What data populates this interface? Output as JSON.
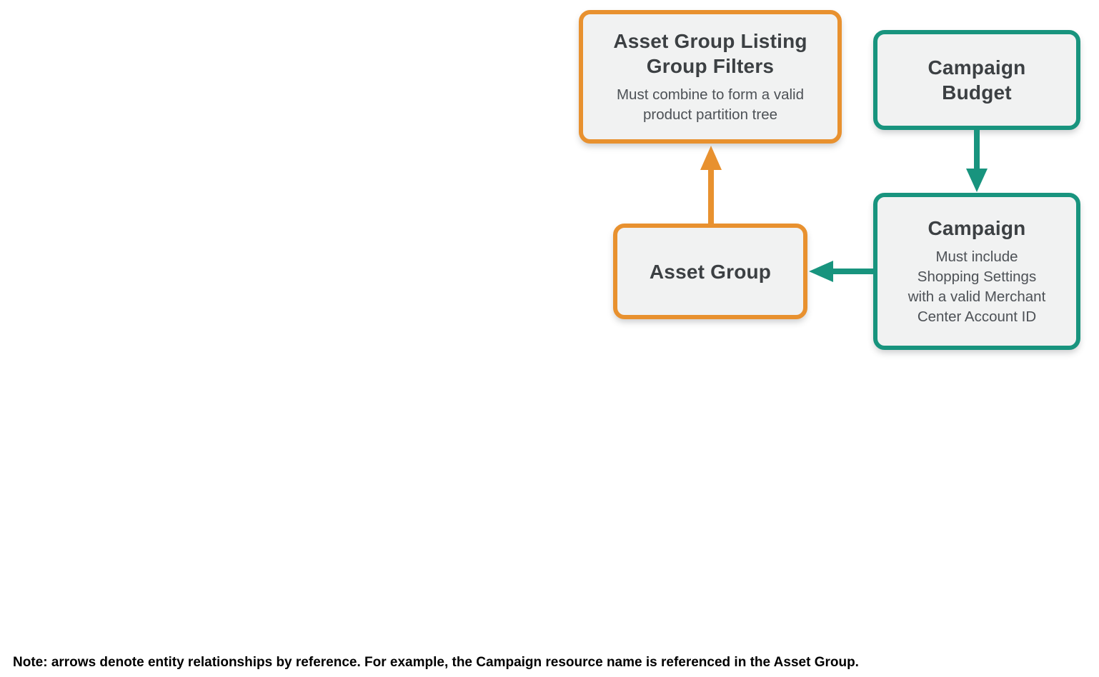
{
  "diagram": {
    "nodes": [
      {
        "id": "asset-group-listing-group-filters",
        "title": "Asset Group Listing\nGroup Filters",
        "subtitle": "Must combine to form a valid\nproduct partition tree",
        "accent": "orange"
      },
      {
        "id": "campaign-budget",
        "title": "Campaign\nBudget",
        "subtitle": "",
        "accent": "teal"
      },
      {
        "id": "asset-group",
        "title": "Asset Group",
        "subtitle": "",
        "accent": "orange"
      },
      {
        "id": "campaign",
        "title": "Campaign",
        "subtitle": "Must include\nShopping Settings\nwith a valid Merchant\nCenter Account ID",
        "accent": "teal"
      }
    ],
    "edges": [
      {
        "from": "asset-group",
        "to": "asset-group-listing-group-filters",
        "direction": "up",
        "color": "#E8912F"
      },
      {
        "from": "campaign-budget",
        "to": "campaign",
        "direction": "down",
        "color": "#18947E"
      },
      {
        "from": "campaign",
        "to": "asset-group",
        "direction": "left",
        "color": "#18947E"
      }
    ]
  },
  "note": {
    "text": "Note: arrows denote entity relationships by reference. For example, the Campaign resource name is referenced in the Asset Group."
  },
  "colors": {
    "orange": "#E8912F",
    "teal": "#18947E",
    "box_fill": "#F1F2F2",
    "title_text": "#3C4043",
    "subtitle_text": "#4D5156",
    "note_text": "#000000",
    "background": "#FFFFFF"
  }
}
